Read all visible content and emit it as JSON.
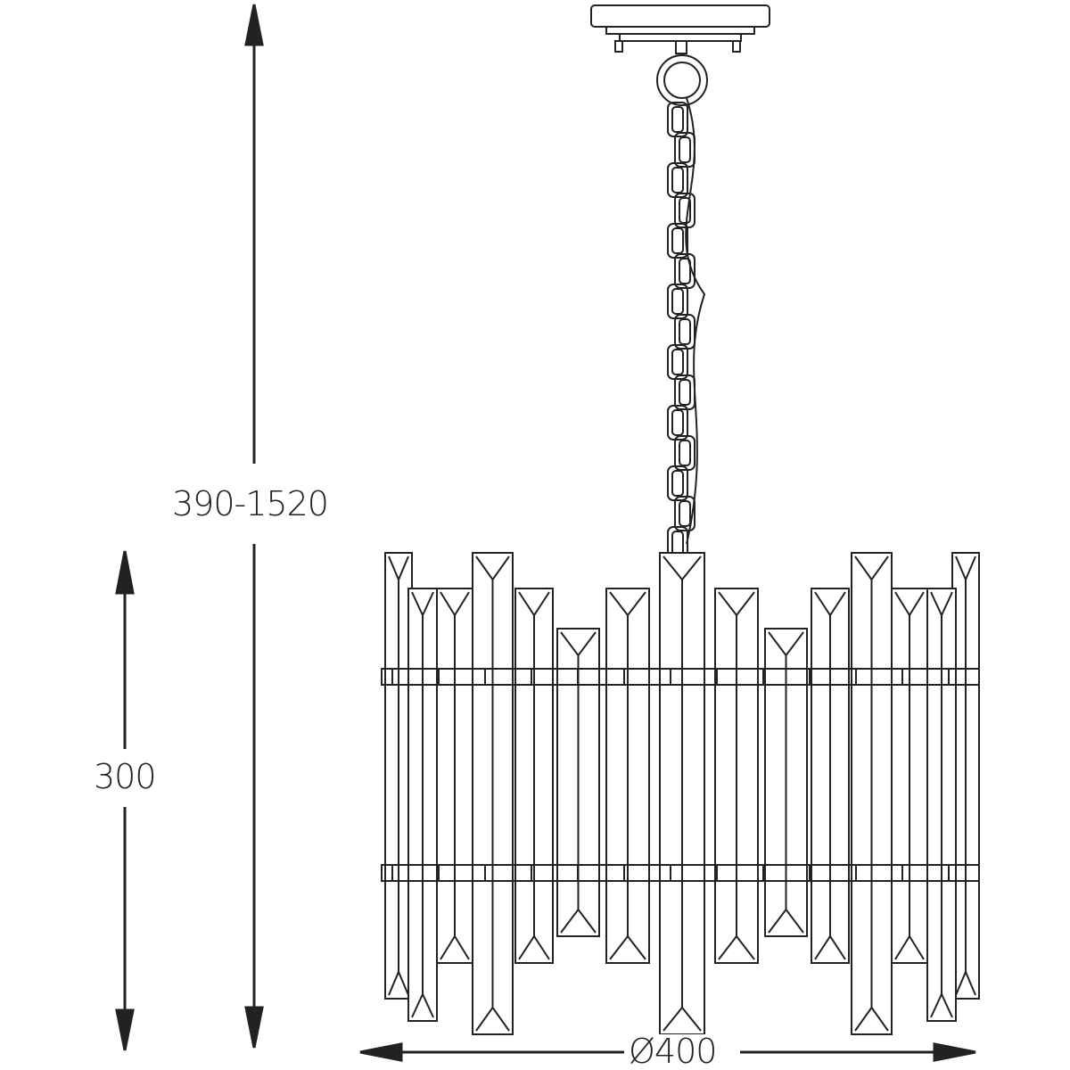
{
  "dimensions": {
    "total_height": "390-1520",
    "body_height": "300",
    "diameter": "Ø400"
  },
  "colors": {
    "line": "#222222",
    "background": "#ffffff"
  }
}
